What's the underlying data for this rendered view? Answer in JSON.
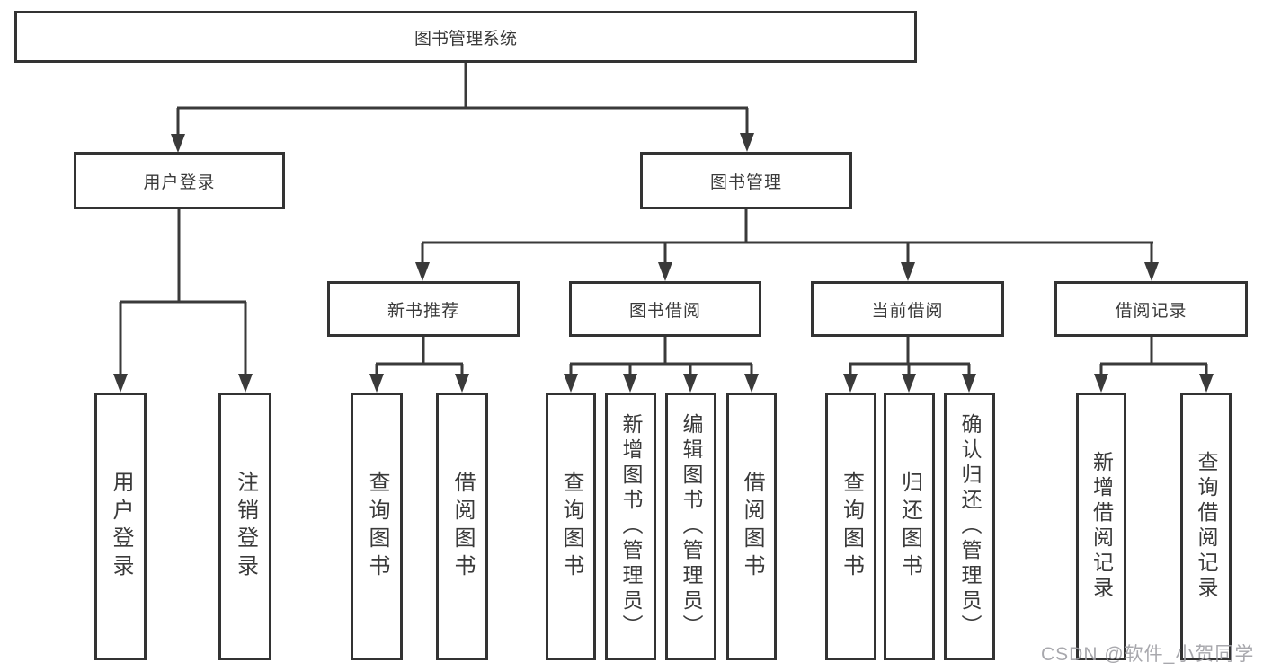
{
  "tree": {
    "root": {
      "label": "图书管理系统",
      "children": [
        {
          "label": "用户登录",
          "children": [
            {
              "label": "用户登录"
            },
            {
              "label": "注销登录"
            }
          ]
        },
        {
          "label": "图书管理",
          "children": [
            {
              "label": "新书推荐",
              "children": [
                {
                  "label": "查询图书"
                },
                {
                  "label": "借阅图书"
                }
              ]
            },
            {
              "label": "图书借阅",
              "children": [
                {
                  "label": "查询图书"
                },
                {
                  "label": "新增图书（管理员）"
                },
                {
                  "label": "编辑图书（管理员）"
                },
                {
                  "label": "借阅图书"
                }
              ]
            },
            {
              "label": "当前借阅",
              "children": [
                {
                  "label": "查询图书"
                },
                {
                  "label": "归还图书"
                },
                {
                  "label": "确认归还（管理员）"
                }
              ]
            },
            {
              "label": "借阅记录",
              "children": [
                {
                  "label": "新增借阅记录"
                },
                {
                  "label": "查询借阅记录"
                }
              ]
            }
          ]
        }
      ]
    }
  },
  "watermark": {
    "text": "CSDN @软件_小贺同学"
  },
  "colors": {
    "line": "#3a3a3a",
    "box_border": "#333333",
    "text": "#3a3a3a",
    "watermark": "#9e9ea4",
    "background": "#ffffff"
  }
}
